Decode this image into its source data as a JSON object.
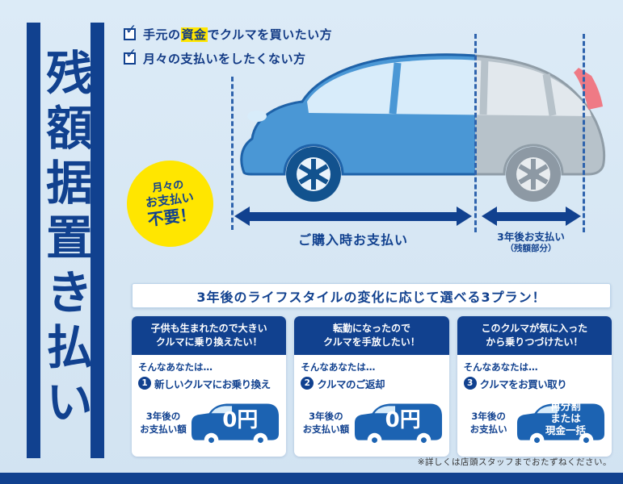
{
  "title": "残額据置き払い",
  "colors": {
    "primary_blue": "#11418f",
    "highlight_yellow": "#ffe600",
    "background_blue": "#d8e7f4",
    "car_blue": "#4a97d5",
    "car_gray": "#b7c2ca",
    "taillight_red": "#ef7a85"
  },
  "checklist": {
    "check_icon": "✓",
    "item1": {
      "pre": "手元の",
      "highlight": "資金",
      "post": "でクルマを買いたい方"
    },
    "item2": {
      "text": "月々の支払いをしたくない方"
    }
  },
  "badge": {
    "line1": "月々の",
    "line2": "お支払い",
    "line3": "不要！"
  },
  "timeline": {
    "purchase_label": "ご購入時お支払い",
    "residual_label": "3年後お支払い",
    "residual_sub": "（残額部分）"
  },
  "banner": {
    "text": "3年後のライフスタイルの変化に応じて選べる3プラン！"
  },
  "plans": [
    {
      "num": "1",
      "header": "子供も生まれたので大きい\nクルマに乗り換えたい！",
      "intro": "そんなあなたは…",
      "option": "新しいクルマにお乗り換え",
      "payment_label": "3年後の\nお支払い額",
      "payment_value": "0円"
    },
    {
      "num": "2",
      "header": "転勤になったので\nクルマを手放したい！",
      "intro": "そんなあなたは…",
      "option": "クルマのご返却",
      "payment_label": "3年後の\nお支払い額",
      "payment_value": "0円"
    },
    {
      "num": "3",
      "header": "このクルマが気に入った\nから乗りつづけたい！",
      "intro": "そんなあなたは…",
      "option": "クルマをお買い取り",
      "payment_label": "3年後の\nお支払い",
      "payment_value": "再分割\nまたは\n現金一括"
    }
  ],
  "footnote": "※詳しくは店頭スタッフまでおたずねください。"
}
